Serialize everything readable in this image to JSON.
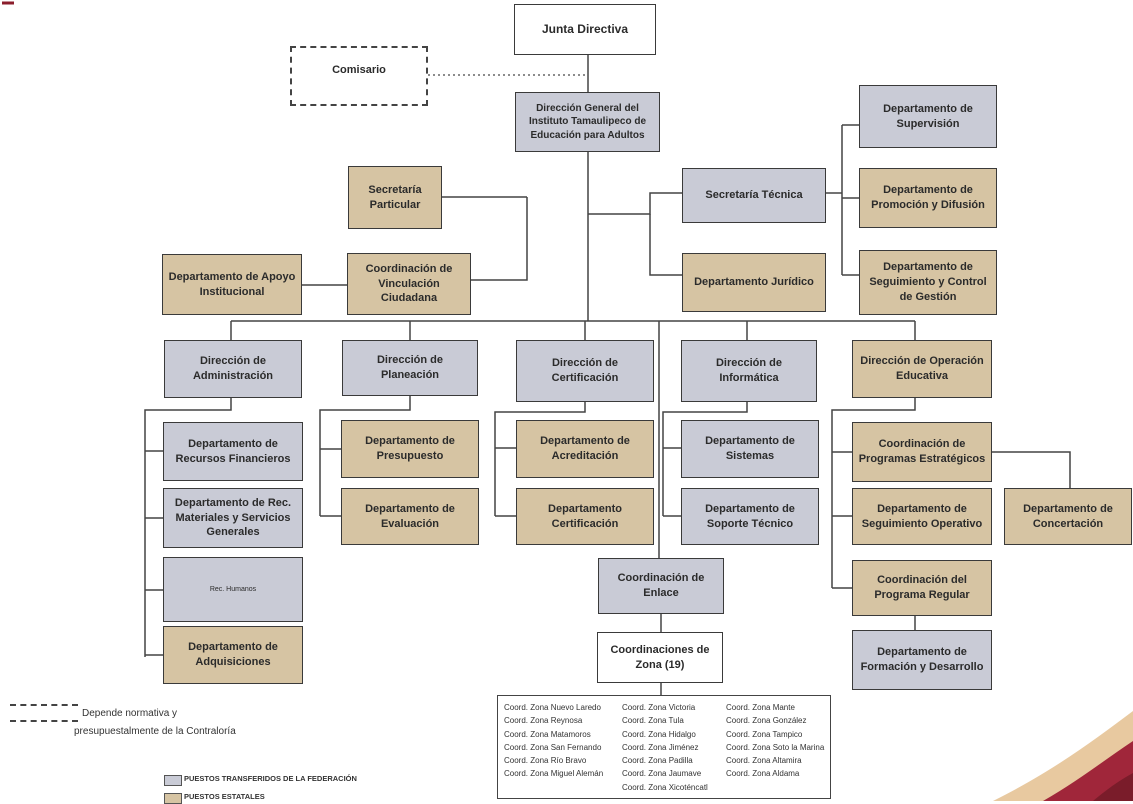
{
  "board": "Junta Directiva",
  "comisario": "Comisario",
  "director_general": "Dirección General del Instituto Tamaulipeco de Educación para Adultos",
  "secretaria_particular": "Secretaría Particular",
  "secretaria_tecnica": "Secretaría Técnica",
  "coord_vinculacion": "Coordinación de Vinculación Ciudadana",
  "apoyo_institucional": "Departamento de Apoyo Institucional",
  "depto_juridico": "Departamento Jurídico",
  "supervision": "Departamento de Supervisión",
  "promocion": "Departamento de Promoción y Difusión",
  "seguimiento_control": "Departamento de Seguimiento y Control de Gestión",
  "directorates": {
    "administracion": "Dirección de Administración",
    "planeacion": "Dirección de Planeación",
    "certificacion": "Dirección de Certificación",
    "informatica": "Dirección de Informática",
    "operacion": "Dirección de Operación Educativa"
  },
  "admin_units": {
    "financieros": "Departamento de Recursos Financieros",
    "materiales": "Departamento de Rec. Materiales y Servicios Generales",
    "humanos": "Rec. Humanos",
    "adquisiciones": "Departamento de Adquisiciones"
  },
  "plan_units": {
    "presupuesto": "Departamento de Presupuesto",
    "evaluacion": "Departamento de Evaluación"
  },
  "cert_units": {
    "acreditacion": "Departamento de Acreditación",
    "certificacion": "Departamento Certificación"
  },
  "info_units": {
    "sistemas": "Departamento de Sistemas",
    "soporte": "Departamento de Soporte Técnico"
  },
  "oper_units": {
    "estrategicos": "Coordinación de Programas Estratégicos",
    "seg_operativo": "Departamento de Seguimiento Operativo",
    "concertacion": "Departamento de Concertación",
    "regular": "Coordinación del Programa Regular",
    "formacion": "Departamento de Formación y Desarrollo"
  },
  "coord_enlace": "Coordinación de Enlace",
  "coord_zona": "Coordinaciones de Zona (19)",
  "zones": {
    "col1": [
      "Coord. Zona Nuevo Laredo",
      "Coord. Zona Reynosa",
      "Coord. Zona Matamoros",
      "Coord. Zona San Fernando",
      "Coord. Zona Río Bravo",
      "Coord. Zona Miguel Alemán"
    ],
    "col2": [
      "Coord. Zona Victoria",
      "Coord. Zona Tula",
      "Coord. Zona Hidalgo",
      "Coord. Zona Jiménez",
      "Coord. Zona Padilla",
      "Coord. Zona Jaumave",
      "Coord. Zona Xicoténcatl"
    ],
    "col3": [
      "Coord. Zona Mante",
      "Coord. Zona González",
      "Coord. Zona Tampico",
      "Coord. Zona Soto la Marina",
      "Coord. Zona Altamira",
      "Coord. Zona Aldama"
    ]
  },
  "legend": {
    "dashed_line1": "Depende normativa y",
    "dashed_line2": "presupuestalmente de la Contraloría",
    "federal": "PUESTOS TRANSFERIDOS DE LA FEDERACIÓN",
    "estatal": "PUESTOS ESTATALES"
  },
  "colors": {
    "federal": "#c9cbd6",
    "estatal": "#d6c4a3",
    "accent": "#8b1d2b"
  }
}
